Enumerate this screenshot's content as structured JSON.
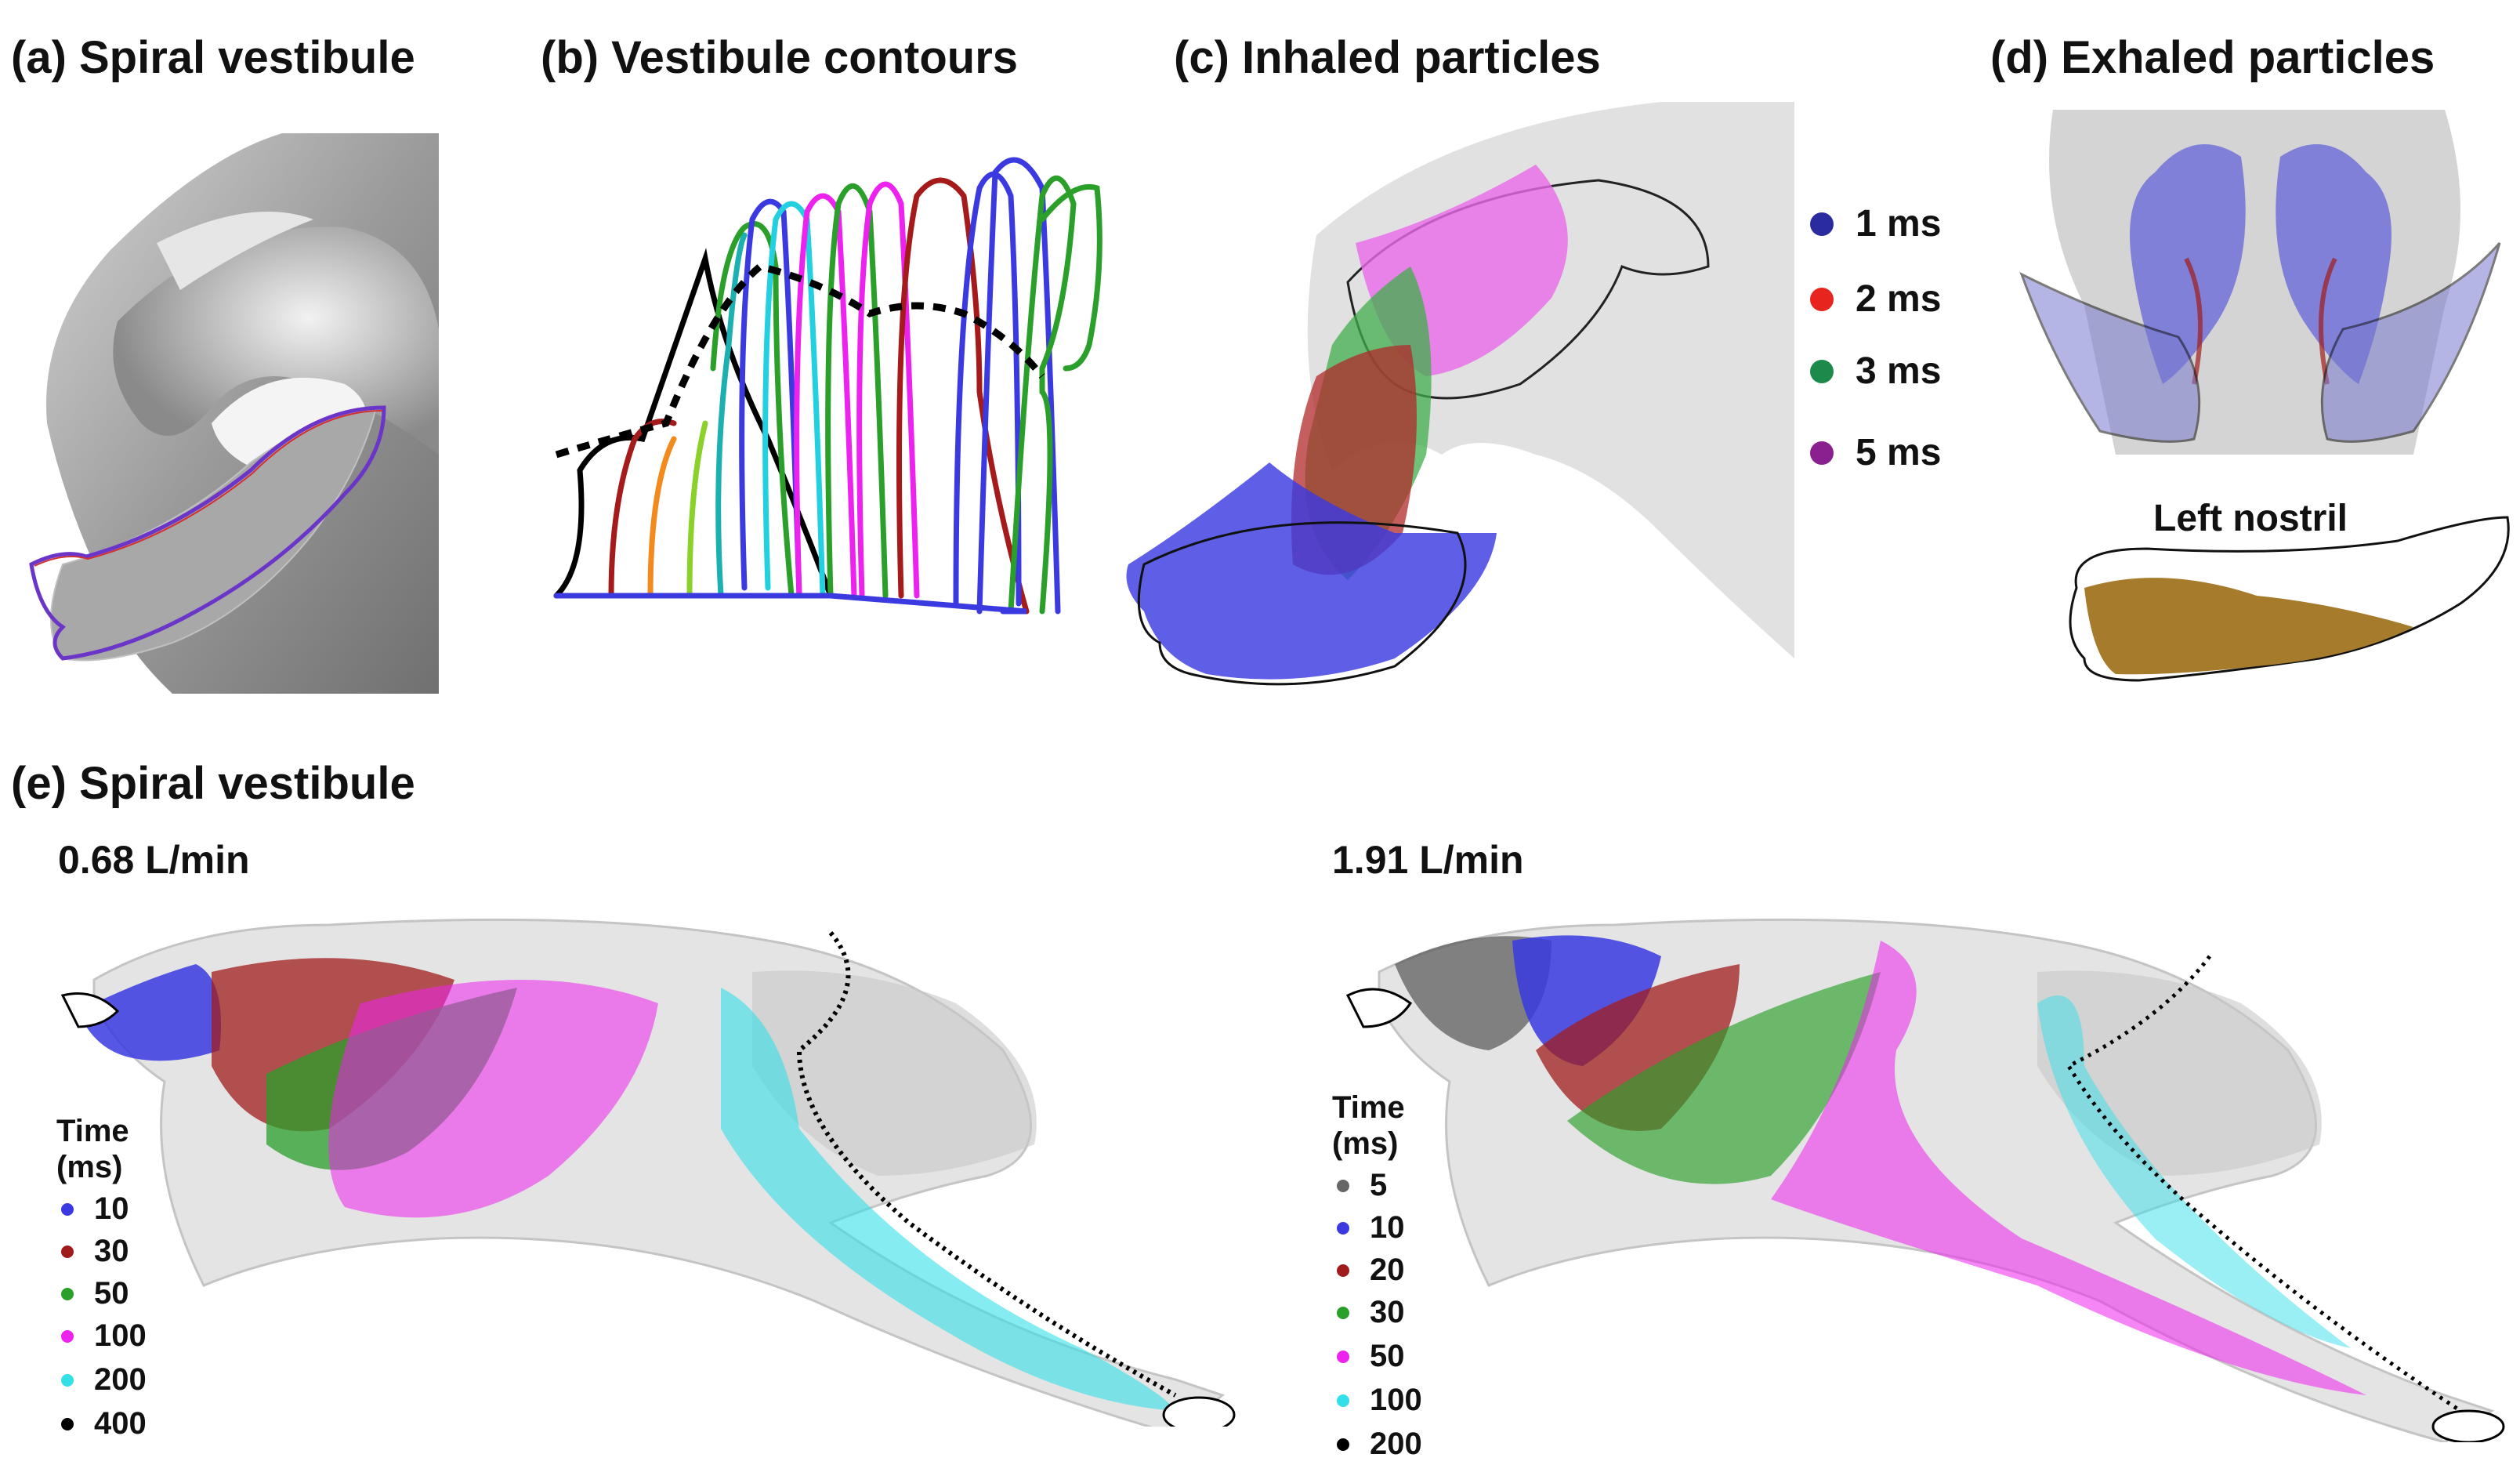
{
  "panels": {
    "a": {
      "title": "(a) Spiral vestibule"
    },
    "b": {
      "title": "(b) Vestibule contours"
    },
    "c": {
      "title": "(c) Inhaled particles",
      "legend": [
        {
          "label": "1 ms",
          "color": "#2b2ba0"
        },
        {
          "label": "2 ms",
          "color": "#e8241f"
        },
        {
          "label": "3 ms",
          "color": "#1c8a4a"
        },
        {
          "label": "5 ms",
          "color": "#8a1f8f"
        }
      ]
    },
    "d": {
      "title": "(d) Exhaled particles",
      "nostril_label": "Left nostril"
    },
    "e": {
      "title": "(e) Spiral vestibule",
      "left": {
        "rate": "0.68 L/min",
        "legend_title": "Time\n(ms)",
        "legend": [
          {
            "label": "10",
            "color": "#3a3ae0"
          },
          {
            "label": "30",
            "color": "#a01c1c"
          },
          {
            "label": "50",
            "color": "#2aa02a"
          },
          {
            "label": "100",
            "color": "#ee22ee"
          },
          {
            "label": "200",
            "color": "#33e0e8"
          },
          {
            "label": "400",
            "color": "#000000"
          }
        ]
      },
      "right": {
        "rate": "1.91 L/min",
        "legend_title": "Time\n(ms)",
        "legend": [
          {
            "label": "5",
            "color": "#666666"
          },
          {
            "label": "10",
            "color": "#3a3ae0"
          },
          {
            "label": "20",
            "color": "#a01c1c"
          },
          {
            "label": "30",
            "color": "#2aa02a"
          },
          {
            "label": "50",
            "color": "#ee22ee"
          },
          {
            "label": "100",
            "color": "#33e0e8"
          },
          {
            "label": "200",
            "color": "#000000"
          }
        ]
      }
    }
  }
}
